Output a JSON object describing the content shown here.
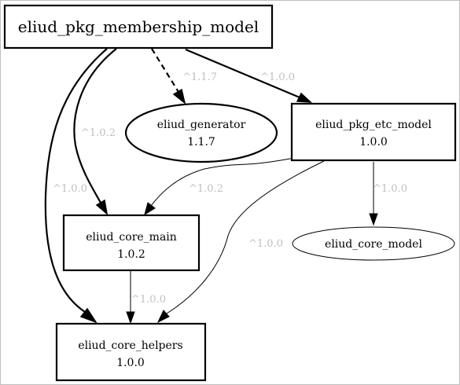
{
  "nodes": {
    "membership_model": {
      "name": "eliud_pkg_membership_model",
      "version": ""
    },
    "generator": {
      "name": "eliud_generator",
      "version": "1.1.7"
    },
    "pkg_etc_model": {
      "name": "eliud_pkg_etc_model",
      "version": "1.0.0"
    },
    "core_main": {
      "name": "eliud_core_main",
      "version": "1.0.2"
    },
    "core_model": {
      "name": "eliud_core_model",
      "version": ""
    },
    "core_helpers": {
      "name": "eliud_core_helpers",
      "version": "1.0.0"
    }
  },
  "edges": {
    "membership_to_generator": "^1.1.7",
    "membership_to_etc": "^1.0.0",
    "membership_to_core_main": "^1.0.2",
    "membership_to_helpers": "^1.0.0",
    "etc_to_core_main": "^1.0.2",
    "etc_to_core_model": "^1.0.0",
    "etc_to_helpers": "^1.0.0",
    "core_main_to_helpers": "^1.0.0"
  },
  "colors": {
    "node_stroke": "#000000",
    "edge_label": "#c0c0c0",
    "background": "#ffffff"
  }
}
